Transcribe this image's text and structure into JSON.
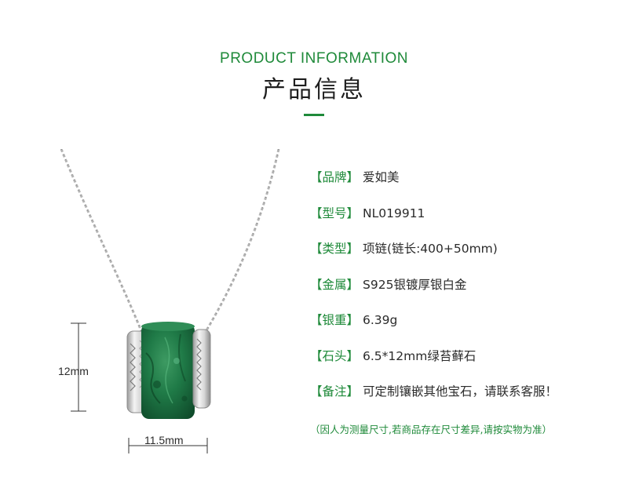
{
  "header": {
    "title_en": "PRODUCT  INFORMATION",
    "title_cn": "产品信息",
    "accent_color": "#1f8a3a"
  },
  "specs": [
    {
      "label": "【品牌】",
      "value": "爱如美"
    },
    {
      "label": "【型号】",
      "value": "NL019911"
    },
    {
      "label": "【类型】",
      "value": "项链(链长:400+50mm)"
    },
    {
      "label": "【金属】",
      "value": "S925银镀厚银白金"
    },
    {
      "label": "【银重】",
      "value": "6.39g"
    },
    {
      "label": "【石头】",
      "value": "6.5*12mm绿苔藓石"
    },
    {
      "label": "【备注】",
      "value": "可定制镶嵌其他宝石，请联系客服！"
    }
  ],
  "note": "（因人为测量尺寸,若商品存在尺寸差异,请按实物为准）",
  "dimensions": {
    "height_label": "12mm",
    "width_label": "11.5mm"
  }
}
